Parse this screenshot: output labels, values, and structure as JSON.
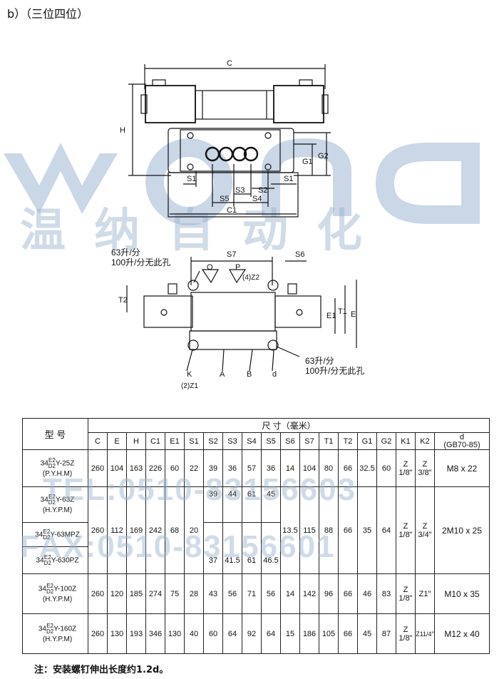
{
  "heading": "b）（三位四位）",
  "watermark": {
    "cn": "温纳自动化",
    "tel": "TEL:0510-83156603",
    "fax": "FAX:0510-83156601"
  },
  "top_view": {
    "labels": {
      "C": "C",
      "H": "H",
      "G1": "G1",
      "G2": "G2",
      "S1": "S1",
      "S2": "S2",
      "S3": "S3",
      "S4": "S4",
      "S5": "S5",
      "C1": "C1"
    }
  },
  "side_view": {
    "flow_note_1": "63升/分",
    "flow_note_2": "100升/分无此孔",
    "labels": {
      "S7": "S7",
      "S6": "S6",
      "O": "O",
      "P": "P",
      "Z2": "(4)Z2",
      "T2": "T2",
      "E1": "E1",
      "T1": "T1",
      "E": "E",
      "K": "K",
      "A": "A",
      "B": "B",
      "d": "d",
      "Z1": "(2)Z1"
    }
  },
  "table": {
    "model_header": "型  号",
    "dim_header": "尺          寸（毫米）",
    "columns": [
      "C",
      "E",
      "H",
      "C1",
      "E1",
      "S1",
      "S2",
      "S3",
      "S4",
      "S5",
      "S6",
      "S7",
      "T1",
      "T2",
      "G1",
      "G2",
      "K1",
      "K2"
    ],
    "d_header_1": "d",
    "d_header_2": "(GB70-85)",
    "models": [
      {
        "pre": "34",
        "top": "E2",
        "bot": "D2",
        "tail": "Y-25Z",
        "series": "(P.Y.H.M)"
      },
      {
        "pre": "34",
        "top": "E2",
        "bot": "D2",
        "tail": "Y-63Z",
        "series": "(H.Y.P.M)"
      },
      {
        "pre": "34",
        "top": "E2",
        "bot": "D2",
        "tail": "Y-63MPZ",
        "series": ""
      },
      {
        "pre": "34",
        "top": "E2",
        "bot": "D2",
        "tail": "Y-630PZ",
        "series": ""
      },
      {
        "pre": "34",
        "top": "E2",
        "bot": "D2",
        "tail": "Y-100Z",
        "series": "(H.Y.P.M)"
      },
      {
        "pre": "34",
        "top": "E2",
        "bot": "D2",
        "tail": "Y-160Z",
        "series": "(H.Y.P.M)"
      }
    ],
    "row1": [
      "260",
      "104",
      "163",
      "226",
      "60",
      "22",
      "39",
      "36",
      "57",
      "36",
      "14",
      "104",
      "80",
      "66",
      "32.5",
      "60"
    ],
    "row1_k1": [
      "Z",
      "1/8\""
    ],
    "row1_k2": [
      "Z",
      "3/8\""
    ],
    "row1_d": "M8 x 22",
    "row2_s": [
      "39",
      "44",
      "61",
      "45"
    ],
    "row_mid_shared": [
      "260",
      "112",
      "169",
      "242",
      "68",
      "20"
    ],
    "row_mid_right": [
      "13.5",
      "115",
      "88",
      "66",
      "35",
      "64"
    ],
    "row_mid_k1": [
      "Z",
      "1/8\""
    ],
    "row_mid_k2": [
      "Z",
      "3/4\""
    ],
    "row_mid_d": "2M10 x 25",
    "row4_s": [
      "37",
      "41.5",
      "61",
      "46.5"
    ],
    "row5": [
      "260",
      "120",
      "185",
      "274",
      "75",
      "28",
      "43",
      "56",
      "71",
      "56",
      "14",
      "142",
      "96",
      "66",
      "46",
      "83"
    ],
    "row5_k1": [
      "Z",
      "1/8\""
    ],
    "row5_k2": "Z1\"",
    "row5_d": "M10 x 35",
    "row6": [
      "260",
      "130",
      "193",
      "346",
      "130",
      "40",
      "60",
      "64",
      "92",
      "64",
      "15",
      "186",
      "105",
      "66",
      "45",
      "87"
    ],
    "row6_k1": [
      "Z",
      "1/8\""
    ],
    "row6_k2": "Z11/4\"",
    "row6_d": "M12 x 40"
  },
  "footnote": "注：安装螺钉伸出长度约1.2d。"
}
